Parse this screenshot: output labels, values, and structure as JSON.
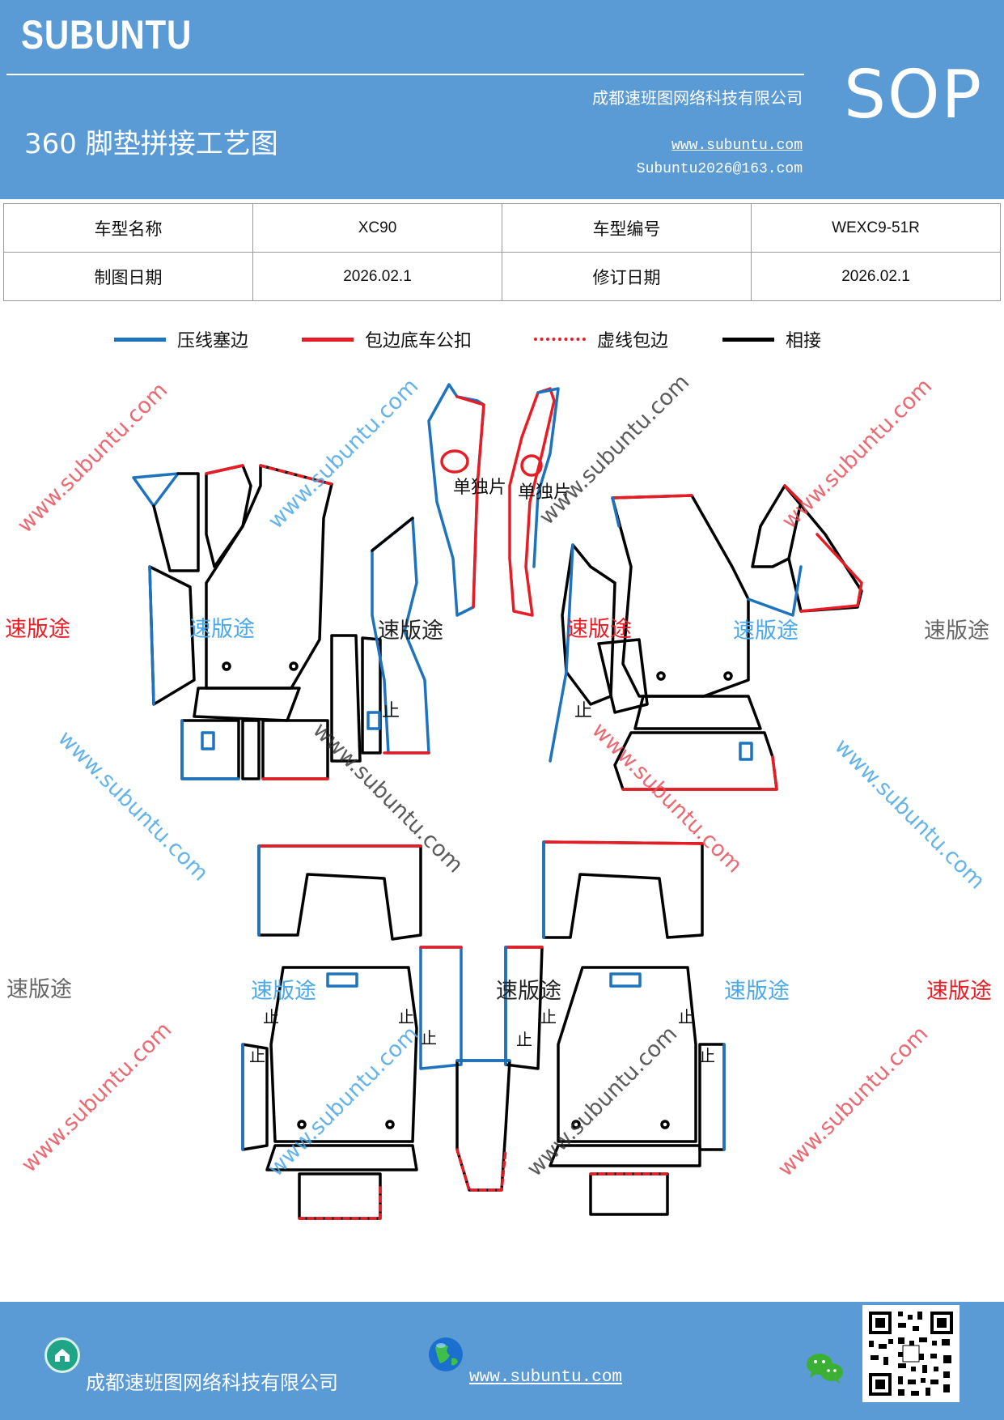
{
  "header": {
    "logo": "SUBUNTU",
    "company": "成都速班图网络科技有限公司",
    "website": "www.subuntu.com",
    "email": "Subuntu2026@163.com",
    "sop": "SOP",
    "title": "360 脚垫拼接工艺图"
  },
  "info_table": {
    "model_name_label": "车型名称",
    "model_name": "XC90",
    "model_code_label": "车型编号",
    "model_code": "WEXC9-51R",
    "draw_date_label": "制图日期",
    "draw_date": "2026.02.1",
    "revise_date_label": "修订日期",
    "revise_date": "2026.02.1"
  },
  "legend": [
    {
      "label": "压线塞边",
      "color": "#1e73be",
      "style": "solid"
    },
    {
      "label": "包边底车公扣",
      "color": "#e81c24",
      "style": "solid"
    },
    {
      "label": "虚线包边",
      "color": "#e81c24",
      "style": "dashed"
    },
    {
      "label": "相接",
      "color": "#000000",
      "style": "solid"
    }
  ],
  "diagram": {
    "label_single_left": "单独片",
    "label_single_right": "单独片",
    "stop_mark": "止",
    "watermark_brand": "速版途",
    "watermark_url": "www.subuntu.com",
    "colors": {
      "blue": "#1e73be",
      "red": "#e81c24",
      "black": "#000000"
    }
  },
  "footer": {
    "company": "成都速班图网络科技有限公司",
    "website": "www.subuntu.com",
    "icons": [
      "home-icon",
      "globe-icon",
      "wechat-icon",
      "qr-code"
    ]
  }
}
